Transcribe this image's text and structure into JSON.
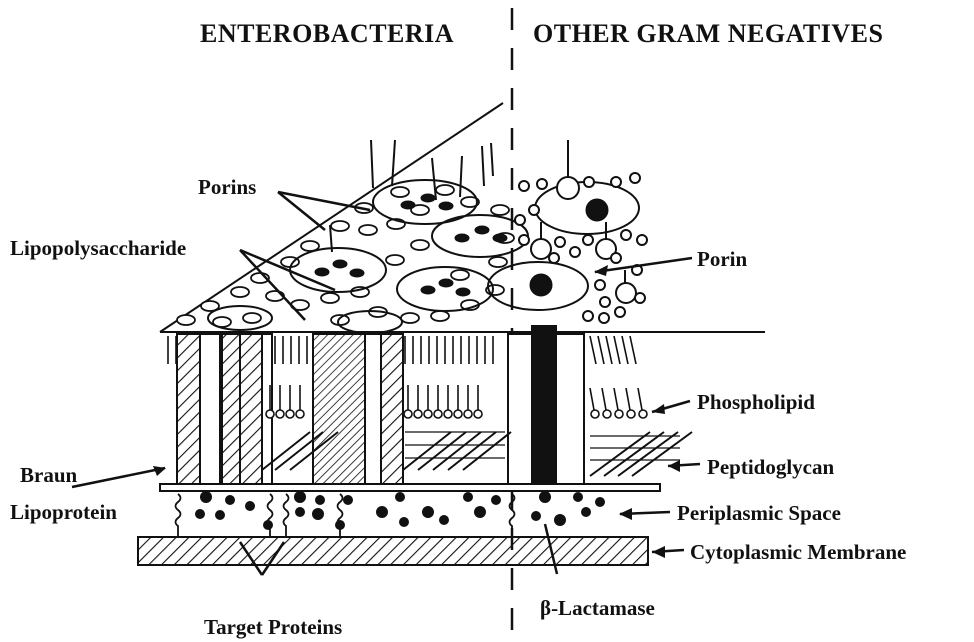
{
  "diagram": {
    "headers": {
      "left": "ENTEROBACTERIA",
      "right": "OTHER GRAM NEGATIVES"
    },
    "labels": {
      "porins": "Porins",
      "lipopolysaccharide": "Lipopolysaccharide",
      "porin": "Porin",
      "phospholipid": "Phospholipid",
      "braun_1": "Braun",
      "braun_2": "Lipoprotein",
      "peptidoglycan": "Peptidoglycan",
      "periplasmic_space": "Periplasmic Space",
      "cytoplasmic_membrane": "Cytoplasmic Membrane",
      "target_proteins": "Target Proteins",
      "beta_lactamase": "β-Lactamase"
    },
    "colors": {
      "ink": "#111111",
      "paper": "#ffffff"
    }
  }
}
